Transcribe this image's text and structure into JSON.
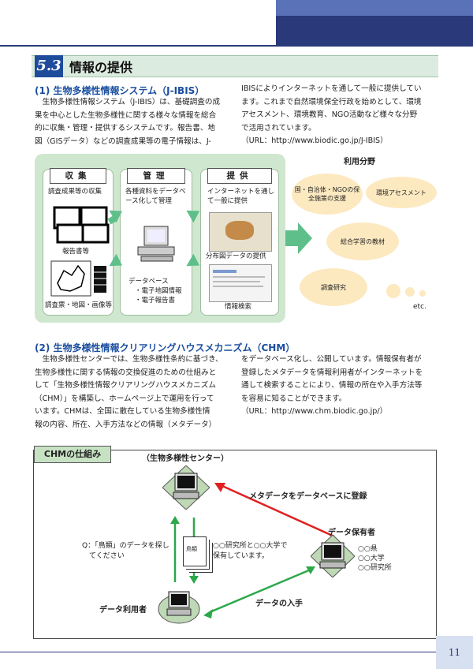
{
  "page_number": "11",
  "section": {
    "number": "5.3",
    "title": "情報の提供"
  },
  "jibis": {
    "heading": "(1) 生物多様性情報システム（J-IBIS）",
    "para_left": [
      "　生物多様性情報システム（J-IBIS）は、基礎調査の成",
      "果を中心とした生物多様性に関する様々な情報を総合",
      "的に収集・管理・提供するシステムです。報告書、地",
      "図（GISデータ）などの調査成果等の電子情報は、J-"
    ],
    "para_right": [
      "IBISによりインターネットを通して一般に提供してい",
      "ます。これまで自然環境保全行政を始めとして、環境",
      "アセスメント、環境教育、NGO活動など様々な分野",
      "で活用されています。",
      "（URL：http://www.biodic.go.jp/J-IBIS）"
    ]
  },
  "jibis_diagram": {
    "col1": {
      "title": "収集",
      "text": "調査成果等の収集",
      "caption1": "報告書等",
      "caption2": "調査票・地図・画像等"
    },
    "col2": {
      "title": "管理",
      "text": "各種資料をデータベース化して管理",
      "db_title": "データベース",
      "db_items": [
        "・電子地図情報",
        "・電子報告書"
      ]
    },
    "col3": {
      "title": "提供",
      "text": "インターネットを通して一般に提供",
      "caption1": "分布図データの提供",
      "caption2": "情報検索"
    },
    "usage_title": "利用分野",
    "usage_items": [
      "国・自治体・NGOの保全施策の支援",
      "環境アセスメント",
      "総合学習の教材",
      "調査研究"
    ],
    "etc": "etc."
  },
  "chm": {
    "heading": "(2) 生物多様性情報クリアリングハウスメカニズム（CHM）",
    "para_left": [
      "　生物多様性センターでは、生物多様性条約に基づき、",
      "生物多様性に関する情報の交換促進のための仕組みと",
      "して「生物多様性情報クリアリングハウスメカニズム",
      "（CHM）」を構築し、ホームページ上で運用を行って",
      "います。CHMは、全国に散在している生物多様性情",
      "報の内容、所在、入手方法などの情報（メタデータ）"
    ],
    "para_right": [
      "をデータベース化し、公開しています。情報保有者が",
      "登録したメタデータを情報利用者がインターネットを",
      "通して検索することにより、情報の所在や入手方法等",
      "を容易に知ることができます。",
      "（URL：http://www.chm.biodic.go.jp/）"
    ]
  },
  "chm_diagram": {
    "tag": "CHMの仕組み",
    "center": "（生物多様性センター）",
    "register": "メタデータをデータベースに登録",
    "holder": "データ保有者",
    "holder_list": [
      "○○県",
      "○○大学",
      "○○研究所"
    ],
    "query": [
      "Q：「鳥類」のデータを探し",
      "　てください"
    ],
    "answer": [
      "○○研究所と○○大学で",
      "保有しています。"
    ],
    "file_label": "鳥類",
    "user": "データ利用者",
    "obtain": "データの入手"
  }
}
